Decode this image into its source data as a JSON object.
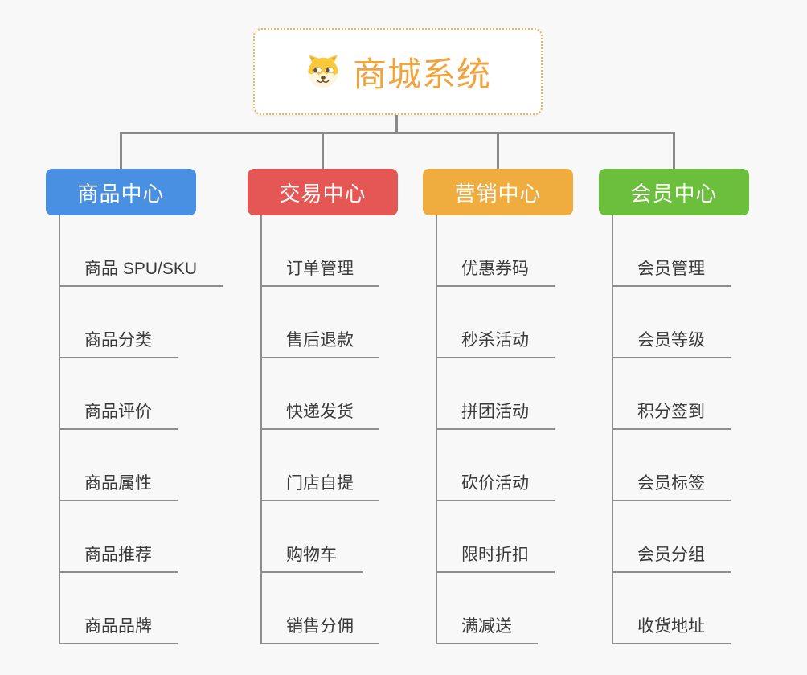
{
  "root": {
    "title": "商城系统",
    "icon": "shiba-dog-face-icon",
    "accent_color": "#F0A43D",
    "border_color": "#F2B152"
  },
  "connector_color": "#8A8A8A",
  "branches": [
    {
      "label": "商品中心",
      "color": "#4A90E2",
      "children": [
        "商品 SPU/SKU",
        "商品分类",
        "商品评价",
        "商品属性",
        "商品推荐",
        "商品品牌"
      ]
    },
    {
      "label": "交易中心",
      "color": "#E55754",
      "children": [
        "订单管理",
        "售后退款",
        "快递发货",
        "门店自提",
        "购物车",
        "销售分佣"
      ]
    },
    {
      "label": "营销中心",
      "color": "#EFAD3F",
      "children": [
        "优惠券码",
        "秒杀活动",
        "拼团活动",
        "砍价活动",
        "限时折扣",
        "满减送"
      ]
    },
    {
      "label": "会员中心",
      "color": "#6CBE3D",
      "children": [
        "会员管理",
        "会员等级",
        "积分签到",
        "会员标签",
        "会员分组",
        "收货地址"
      ]
    }
  ]
}
